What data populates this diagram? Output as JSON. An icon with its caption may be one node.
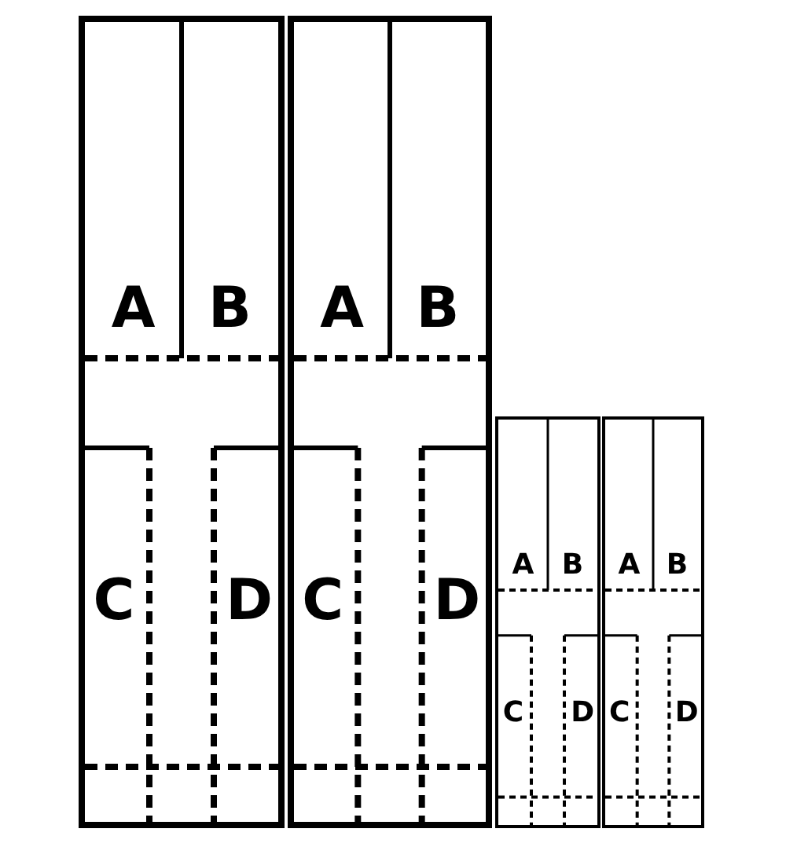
{
  "diagram": {
    "nodes": [
      {
        "text": [],
        "shape": "box"
      },
      {
        "text": [
          "A"
        ],
        "in": 0
      },
      {
        "text": [
          "B"
        ],
        "in": 0
      },
      {
        "text": [
          "C"
        ],
        "in": 0
      },
      {
        "text": [
          "D"
        ],
        "in": 0
      },
      {
        "text": [],
        "shape": "box"
      },
      {
        "text": [
          "A"
        ],
        "in": 5
      },
      {
        "text": [
          "B"
        ],
        "in": 5
      },
      {
        "text": [
          "C"
        ],
        "in": 5
      },
      {
        "text": [
          "D"
        ],
        "in": 5
      },
      {
        "text": [],
        "shape": "box"
      },
      {
        "text": [
          "A"
        ],
        "in": 10
      },
      {
        "text": [
          "B"
        ],
        "in": 10
      },
      {
        "text": [
          "C"
        ],
        "in": 10
      },
      {
        "text": [
          "D"
        ],
        "in": 10
      },
      {
        "text": [],
        "shape": "box"
      },
      {
        "text": [
          "A"
        ],
        "in": 15
      },
      {
        "text": [
          "B"
        ],
        "in": 15
      },
      {
        "text": [
          "C"
        ],
        "in": 15
      },
      {
        "text": [
          "D"
        ],
        "in": 15
      }
    ]
  }
}
